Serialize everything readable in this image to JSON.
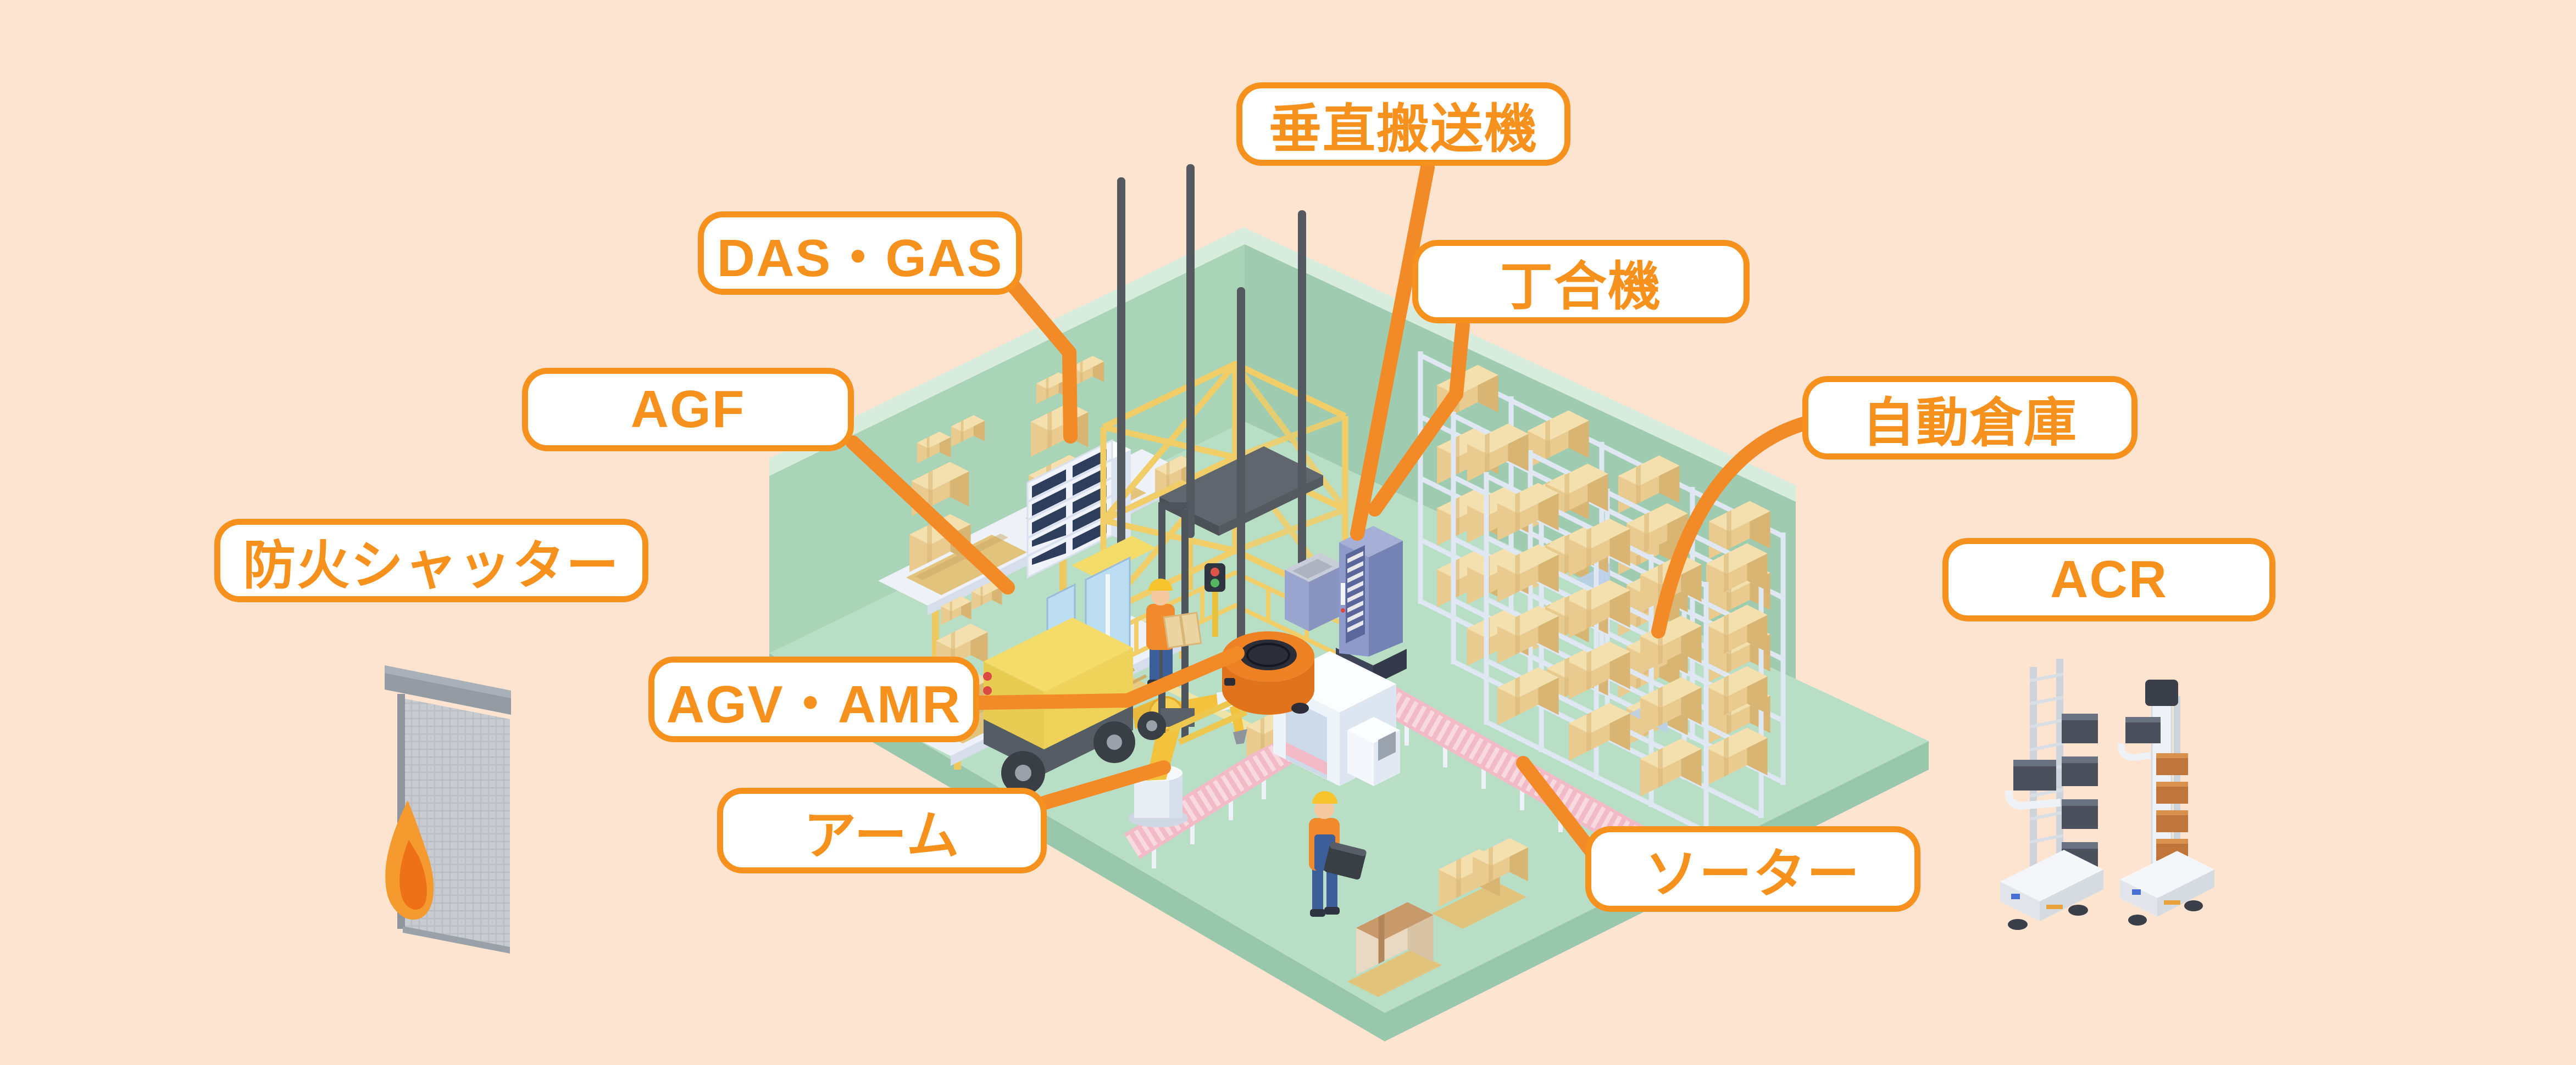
{
  "colors": {
    "background": "#fce4d1",
    "accent_orange": "#f6911e",
    "connector_orange": "#f28b27",
    "label_background": "#ffffff",
    "wall_green": "#a9d4b8",
    "wall_green_dark": "#9fccb0",
    "wall_edge_light": "#d7ecdc",
    "floor_green": "#b9dec6",
    "floor_side_green": "#99c7ab",
    "box_beige": "#e9cb90",
    "rack_white": "#dfe7f3",
    "sorter_pink": "#f2bac6",
    "machine_blue": "#8b98c7",
    "forklift_yellow": "#f2d964",
    "agv_orange": "#ee8124",
    "flame_orange": "#f59a2e",
    "das_bin_navy": "#2e3d5c"
  },
  "labels": [
    {
      "id": "vertical-conveyor",
      "text": "垂直搬送機"
    },
    {
      "id": "das-gas",
      "text": "DAS・GAS"
    },
    {
      "id": "collator",
      "text": "丁合機"
    },
    {
      "id": "agf",
      "text": "AGF"
    },
    {
      "id": "automated-warehouse",
      "text": "自動倉庫"
    },
    {
      "id": "fire-shutter",
      "text": "防火シャッター"
    },
    {
      "id": "acr",
      "text": "ACR"
    },
    {
      "id": "agv-amr",
      "text": "AGV・AMR"
    },
    {
      "id": "robot-arm",
      "text": "アーム"
    },
    {
      "id": "sorter",
      "text": "ソーター"
    }
  ]
}
